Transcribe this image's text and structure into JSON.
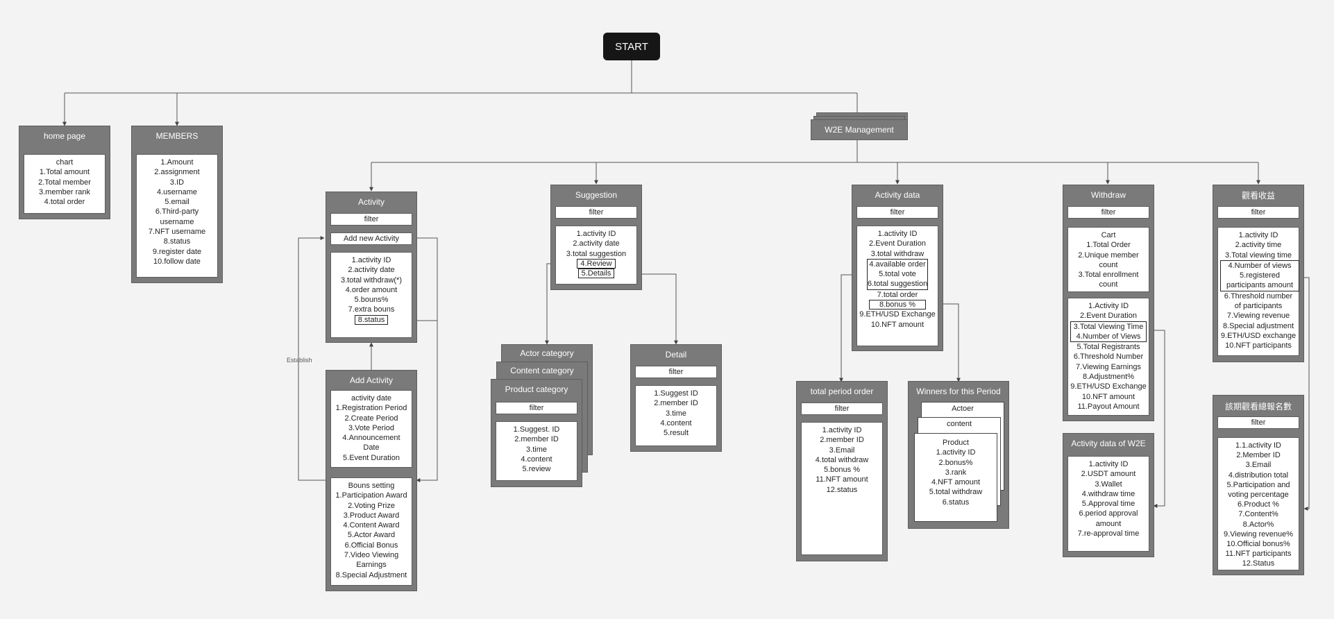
{
  "start": "START",
  "home_page": {
    "title": "home page",
    "items": [
      "chart",
      "1.Total amount",
      "2.Total member",
      "3.member rank",
      "4.total order"
    ]
  },
  "members": {
    "title": "MEMBERS",
    "items": [
      "1.Amount",
      "2.assignment",
      "3.ID",
      "4.username",
      "5.email",
      "6.Third-party",
      "username",
      "7.NFT username",
      "8.status",
      "9.register date",
      "10.follow date"
    ]
  },
  "w2e": "W2E Management",
  "activity": {
    "title": "Activity",
    "filter": "filter",
    "add_new": "Add new Activity",
    "items": [
      "1.activity ID",
      "2.activity date",
      "3.total withdraw(*)",
      "4.order amount",
      "5.bouns%",
      "7.extra bouns"
    ],
    "status": "8.status"
  },
  "add_activity": {
    "title": "Add Activity",
    "items": [
      "activity date",
      "1.Registration Period",
      "2.Create Period",
      "3.Vote Period",
      "4.Announcement",
      "Date",
      "5.Event Duration"
    ],
    "bonus_items": [
      "Bouns setting",
      "1.Participation Award",
      "2.Voting Prize",
      "3.Product Award",
      "4.Content Award",
      "5.Actor Award",
      "6.Official Bonus",
      "7.Video Viewing",
      "Earnings",
      "8.Special Adjustment"
    ]
  },
  "establish": "Establish",
  "suggestion": {
    "title": "Suggestion",
    "filter": "filter",
    "items": [
      "1.activity ID",
      "2.activity date",
      "3.total suggestion"
    ],
    "review": "4.Review",
    "details": "5.Details"
  },
  "categories": {
    "actor": "Actor category",
    "content": "Content category",
    "product": "Product category",
    "filter": "filter",
    "items": [
      "1.Suggest. ID",
      "2.member ID",
      "3.time",
      "4.content",
      "5.review"
    ]
  },
  "detail": {
    "title": "Detail",
    "filter": "filter",
    "items": [
      "1.Suggest ID",
      "2.member ID",
      "3.time",
      "4.content",
      "5.result"
    ]
  },
  "activity_data": {
    "title": "Activity data",
    "filter": "filter",
    "items_top": [
      "1.activity ID",
      "2.Event Duration",
      "3.total withdraw"
    ],
    "items_box": [
      "4.available order",
      "5.total vote",
      "6.total suggestion"
    ],
    "items_mid": [
      "7.total order"
    ],
    "bonus": "8.bonus %",
    "items_bottom": [
      "9.ETH/USD Exchange",
      "10.NFT amount"
    ]
  },
  "total_period_order": {
    "title": "total period order",
    "filter": "filter",
    "items": [
      "1.activity ID",
      "2.member ID",
      "3.Email",
      "4.total withdraw",
      "5.bonus %",
      "11.NFT amount",
      "12.status"
    ]
  },
  "winners": {
    "title": "Winners for this Period",
    "actor": "Actoer",
    "content": "content",
    "product_items": [
      "Product",
      "1.activity ID",
      "2.bonus%",
      "3.rank",
      "4.NFT amount",
      "5.total withdraw",
      "6.status"
    ]
  },
  "withdraw": {
    "title": "Withdraw",
    "filter": "filter",
    "cart_items": [
      "Cart",
      "1.Total Order",
      "2.Unique member",
      "count",
      "3.Total enrollment",
      "count"
    ],
    "items_top": [
      "1.Activity ID",
      "2.Event Duration"
    ],
    "items_box": [
      "3.Total Viewing Time",
      "4.Number of Views"
    ],
    "items_bottom": [
      "5.Total Registrants",
      "6.Threshold Number",
      "7.Viewing Earnings",
      "8.Adjustment%",
      "9.ETH/USD Exchange",
      "10.NFT amount",
      "11.Payout Amount"
    ]
  },
  "activity_data_w2e": {
    "title": "Activity data of W2E",
    "items": [
      "1.activity ID",
      "2.USDT amount",
      "3.Wallet",
      "4.withdraw time",
      "5.Approval time",
      "6.period approval",
      "amount",
      "7.re-approval time"
    ]
  },
  "viewing_revenue": {
    "title": "觀看收益",
    "filter": "filter",
    "items_top": [
      "1.activity ID",
      "2.activity time",
      "3.Total viewing time"
    ],
    "items_box": [
      "4.Number of views",
      "5.registered",
      "participants amount"
    ],
    "items_bottom": [
      "6.Threshold number",
      "of participants",
      "7.Viewing revenue",
      "8.Special adjustment",
      "9.ETH/USD exchange",
      "10.NFT participants"
    ]
  },
  "period_total": {
    "title": "該期觀看總報名數",
    "filter": "filter",
    "items": [
      "1.1.activity ID",
      "2.Member ID",
      "3.Email",
      "4.distribution total",
      "5.Participation and",
      "voting percentage",
      "6.Product %",
      "7.Content%",
      "8.Actor%",
      "9.Viewing revenue%",
      "10.Official bonus%",
      "11.NFT participants",
      "12.Status"
    ]
  }
}
